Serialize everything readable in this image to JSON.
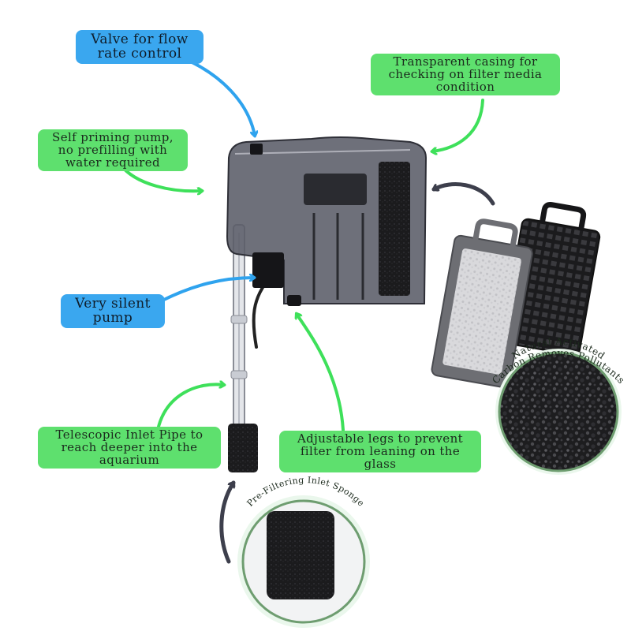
{
  "labels": {
    "valve": [
      "Valve for flow",
      "rate control"
    ],
    "transparent": [
      "Transparent casing for",
      "checking on filter media",
      "condition"
    ],
    "self_priming": [
      "Self priming pump,",
      "no prefilling with",
      "water required"
    ],
    "silent": [
      "Very silent",
      "pump"
    ],
    "telescopic": [
      "Telescopic Inlet Pipe to",
      "reach deeper into the",
      "aquarium"
    ],
    "legs": [
      "Adjustable legs to prevent",
      "filter from leaning on the",
      "glass"
    ]
  },
  "circle_captions": {
    "carbon": [
      "Natural Activated",
      "Carbon Removes Pollutants"
    ],
    "sponge": "Pre-Filtering Inlet Sponge"
  },
  "colors": {
    "label_green": "#5ee06e",
    "label_blue": "#3aa7ef",
    "arrow_green": "#3ee05a",
    "arrow_blue": "#2fa3ee",
    "arrow_dark": "#3d3f4c",
    "casing": "#3b3c46",
    "sponge": "#1b1b1d"
  }
}
